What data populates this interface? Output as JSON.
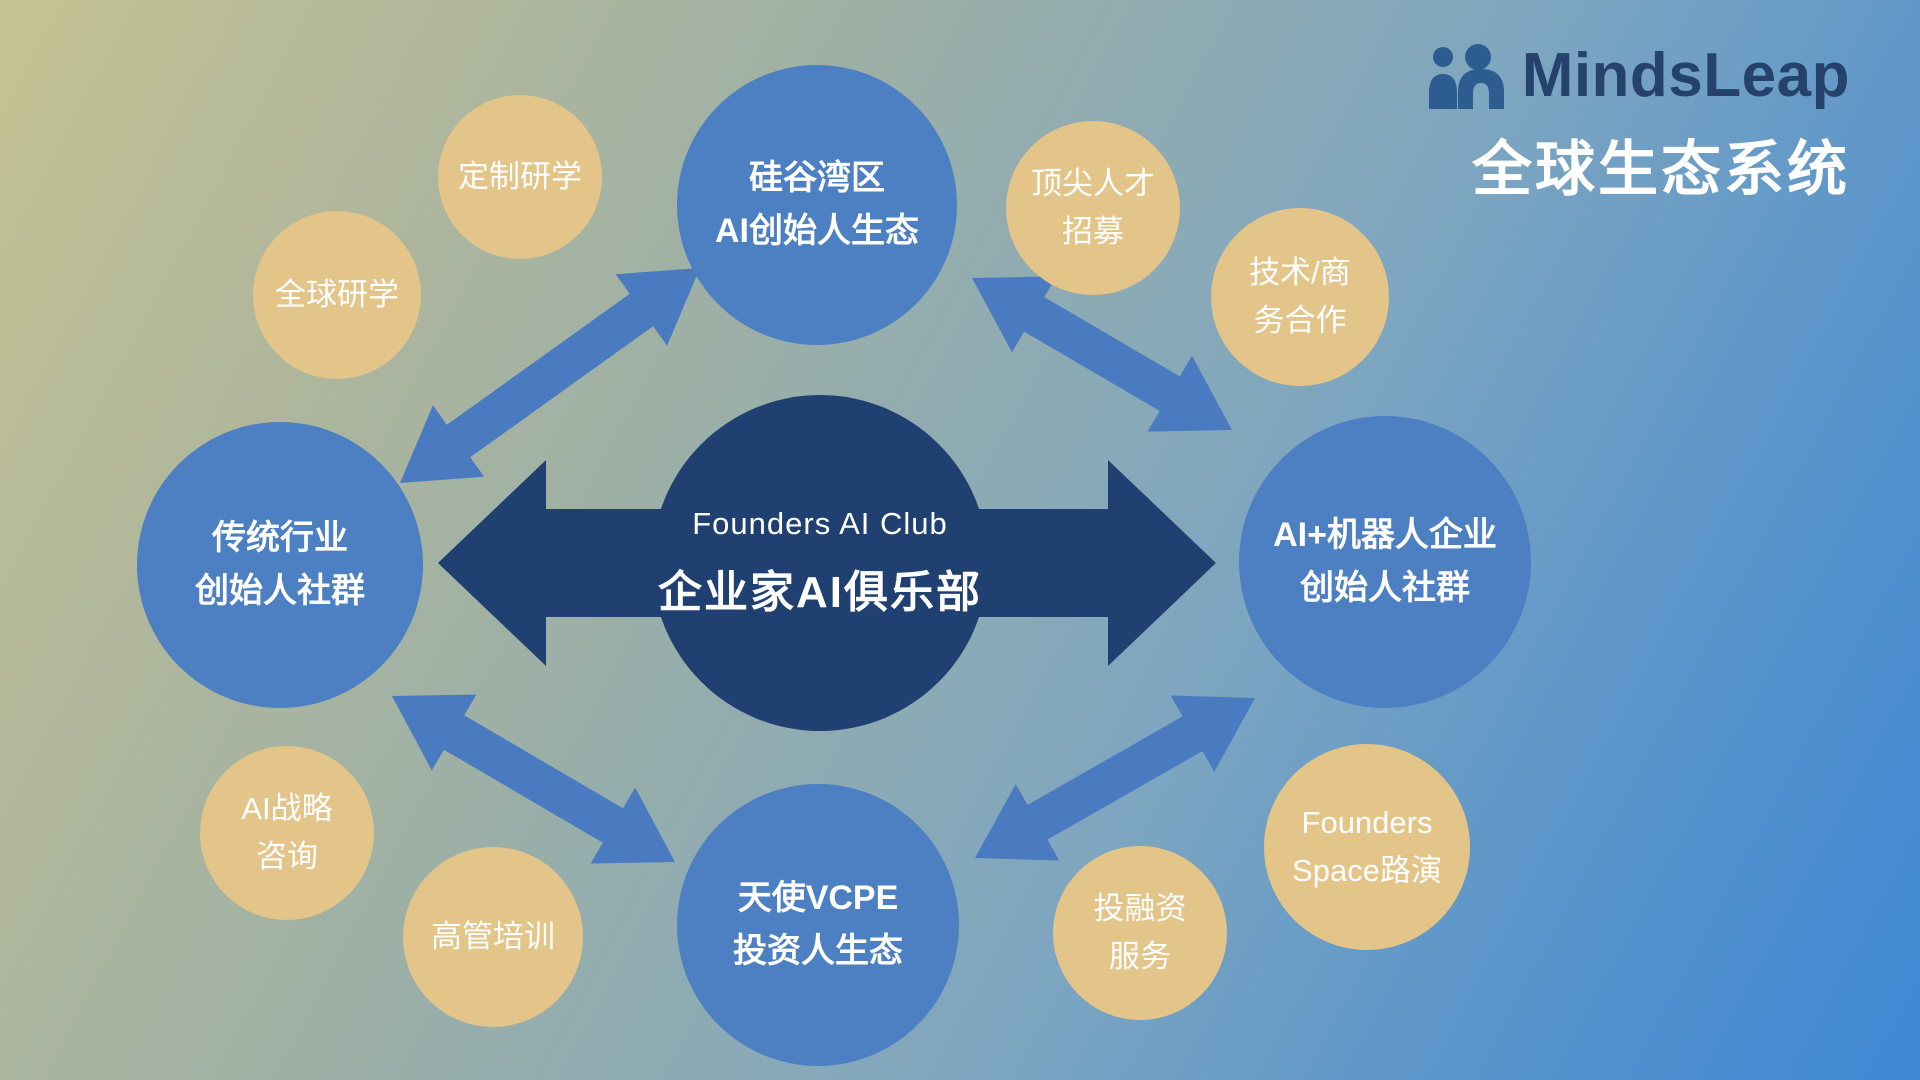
{
  "brand": {
    "name": "MindsLeap",
    "subtitle": "全球生态系统",
    "logo_icon": "two-people-icon",
    "wordmark_color": "#24426b",
    "icon_color": "#2d5c90",
    "subtitle_color": "#ffffff"
  },
  "center": {
    "line1": "Founders AI Club",
    "line2": "企业家AI俱乐部",
    "color": "#1f4070"
  },
  "hubs": {
    "color": "#4d7fc3",
    "top": {
      "lines": [
        "硅谷湾区",
        "AI创始人生态"
      ]
    },
    "left": {
      "lines": [
        "传统行业",
        "创始人社群"
      ]
    },
    "right": {
      "lines": [
        "AI+机器人企业",
        "创始人社群"
      ]
    },
    "bottom": {
      "lines": [
        "天使VCPE",
        "投资人生态"
      ]
    }
  },
  "satellites": {
    "color": "#e3c489",
    "items": [
      {
        "id": "custom-study",
        "lines": [
          "定制研学"
        ]
      },
      {
        "id": "global-study",
        "lines": [
          "全球研学"
        ]
      },
      {
        "id": "top-talent",
        "lines": [
          "顶尖人才",
          "招募"
        ]
      },
      {
        "id": "tech-biz",
        "lines": [
          "技术/商",
          "务合作"
        ]
      },
      {
        "id": "ai-strategy",
        "lines": [
          "AI战略",
          "咨询"
        ]
      },
      {
        "id": "exec-training",
        "lines": [
          "高管培训"
        ]
      },
      {
        "id": "founders-space",
        "lines": [
          "Founders",
          "Space路演"
        ]
      },
      {
        "id": "investment",
        "lines": [
          "投融资",
          "服务"
        ]
      }
    ]
  },
  "arrows": {
    "diagonal_color": "#4a7bc0",
    "main_color": "#1f4070"
  }
}
